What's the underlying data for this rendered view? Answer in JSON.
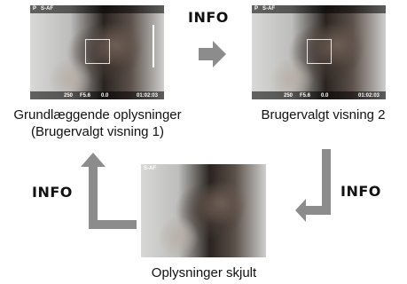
{
  "screens": {
    "s1": {
      "mode": "P",
      "top_left": "S-AF",
      "shutter": "250",
      "aperture": "F5.6",
      "ev": "0.0",
      "time": "01:02:03",
      "caption_line1": "Grundlæggende oplysninger",
      "caption_line2": "(Brugervalgt visning 1)"
    },
    "s2": {
      "mode": "P",
      "top_left": "S-AF",
      "shutter": "250",
      "aperture": "F5.6",
      "ev": "0.0",
      "time": "01:02:03",
      "caption": "Brugervalgt visning 2"
    },
    "s3": {
      "top_left": "S-AF",
      "caption": "Oplysninger skjult"
    }
  },
  "labels": {
    "info_top": "INFO",
    "info_left": "INFO",
    "info_right": "INFO"
  },
  "colors": {
    "arrow": "#8c8c8c",
    "text": "#111111"
  },
  "icons": [
    "arrow-right-icon",
    "arrow-down-left-icon",
    "arrow-up-icon"
  ]
}
